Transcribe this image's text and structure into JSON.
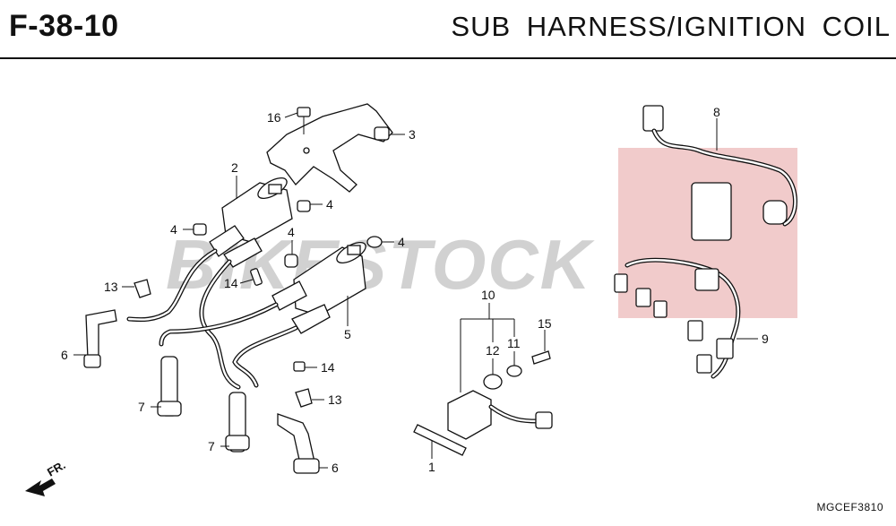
{
  "header": {
    "page_code": "F-38-10",
    "title": "SUB  HARNESS/IGNITION  COIL"
  },
  "diagram": {
    "watermark": "BIKESTOCK",
    "direction_label": "FR.",
    "drawing_code": "MGCEF3810",
    "callouts": {
      "c1": "1",
      "c2": "2",
      "c3": "3",
      "c4a": "4",
      "c4b": "4",
      "c4c": "4",
      "c4d": "4",
      "c5": "5",
      "c6a": "6",
      "c6b": "6",
      "c7a": "7",
      "c7b": "7",
      "c8": "8",
      "c9": "9",
      "c10": "10",
      "c11": "11",
      "c12": "12",
      "c13a": "13",
      "c13b": "13",
      "c14a": "14",
      "c14b": "14",
      "c15": "15",
      "c16": "16"
    }
  }
}
